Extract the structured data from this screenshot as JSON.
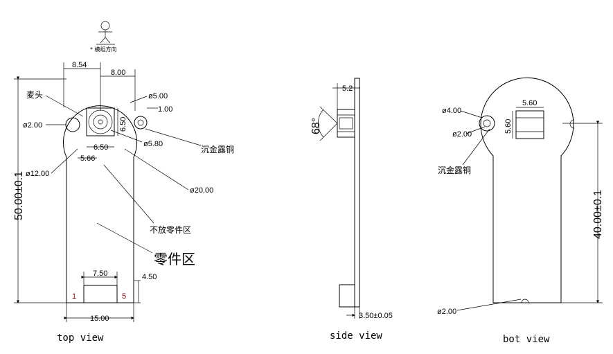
{
  "top_view": {
    "caption": "top view",
    "orientation_label": "* 模组方向",
    "dim_8_54": "8.54",
    "dim_8_00": "8.00",
    "label_maitou": "麦头",
    "dim_dia_5_00": "ø5.00",
    "dim_1_00": "1.00",
    "dim_dia_2_00": "ø2.00",
    "dim_6_50_v": "6.50",
    "dim_6_50_h": "6.50",
    "dim_dia_5_80": "ø5.80",
    "label_chenjin": "沉金露铜",
    "dim_5_66": "5.66",
    "dim_dia_12_00": "ø12.00",
    "dim_dia_20_00": "ø20.00",
    "dim_50": "50.00±0.1",
    "label_no_parts": "不放零件区",
    "label_parts": "零件区",
    "dim_7_50": "7.50",
    "dim_4_50": "4.50",
    "pin_1": "1",
    "pin_5": "5",
    "dim_15_00": "15.00"
  },
  "side_view": {
    "caption": "side view",
    "dim_5_2": "5.2",
    "angle_68": "68°",
    "dim_3_50": "3.50±0.05"
  },
  "bot_view": {
    "caption": "bot view",
    "dim_5_60_h": "5.60",
    "dim_5_60_v": "5.60",
    "dim_dia_4_00": "ø4.00",
    "dim_dia_2_00": "ø2.00",
    "label_chenjin": "沉金露铜",
    "dim_40": "40.00±0.1",
    "dim_dia_2_00_bottom": "ø2.00"
  }
}
